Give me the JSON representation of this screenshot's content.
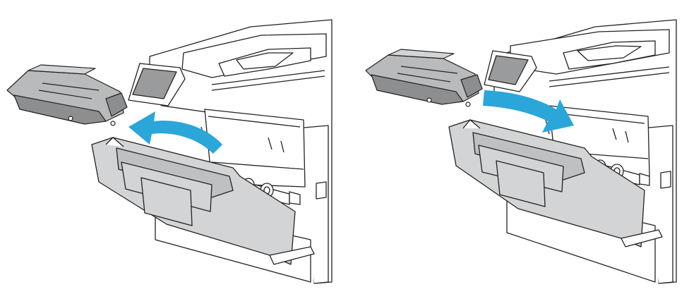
{
  "figure": {
    "panels": [
      {
        "id": "remove",
        "action": "remove-cartridge",
        "arrow_direction": "left",
        "arrow_color": "#2aa6d9"
      },
      {
        "id": "insert",
        "action": "insert-cartridge",
        "arrow_direction": "right",
        "arrow_color": "#2aa6d9"
      }
    ],
    "colors": {
      "outline": "#222222",
      "printer_body": "#ffffff",
      "front_door": "#d3d4d5",
      "door_shade": "#bfc0c1",
      "cartridge": "#b9babb",
      "cartridge_dark": "#8d8e90",
      "screen": "#9a9b9d",
      "arrow": "#2aa6d9"
    },
    "icons": [
      "printer-icon",
      "toner-cartridge-icon",
      "arrow-icon",
      "control-panel-icon"
    ]
  }
}
